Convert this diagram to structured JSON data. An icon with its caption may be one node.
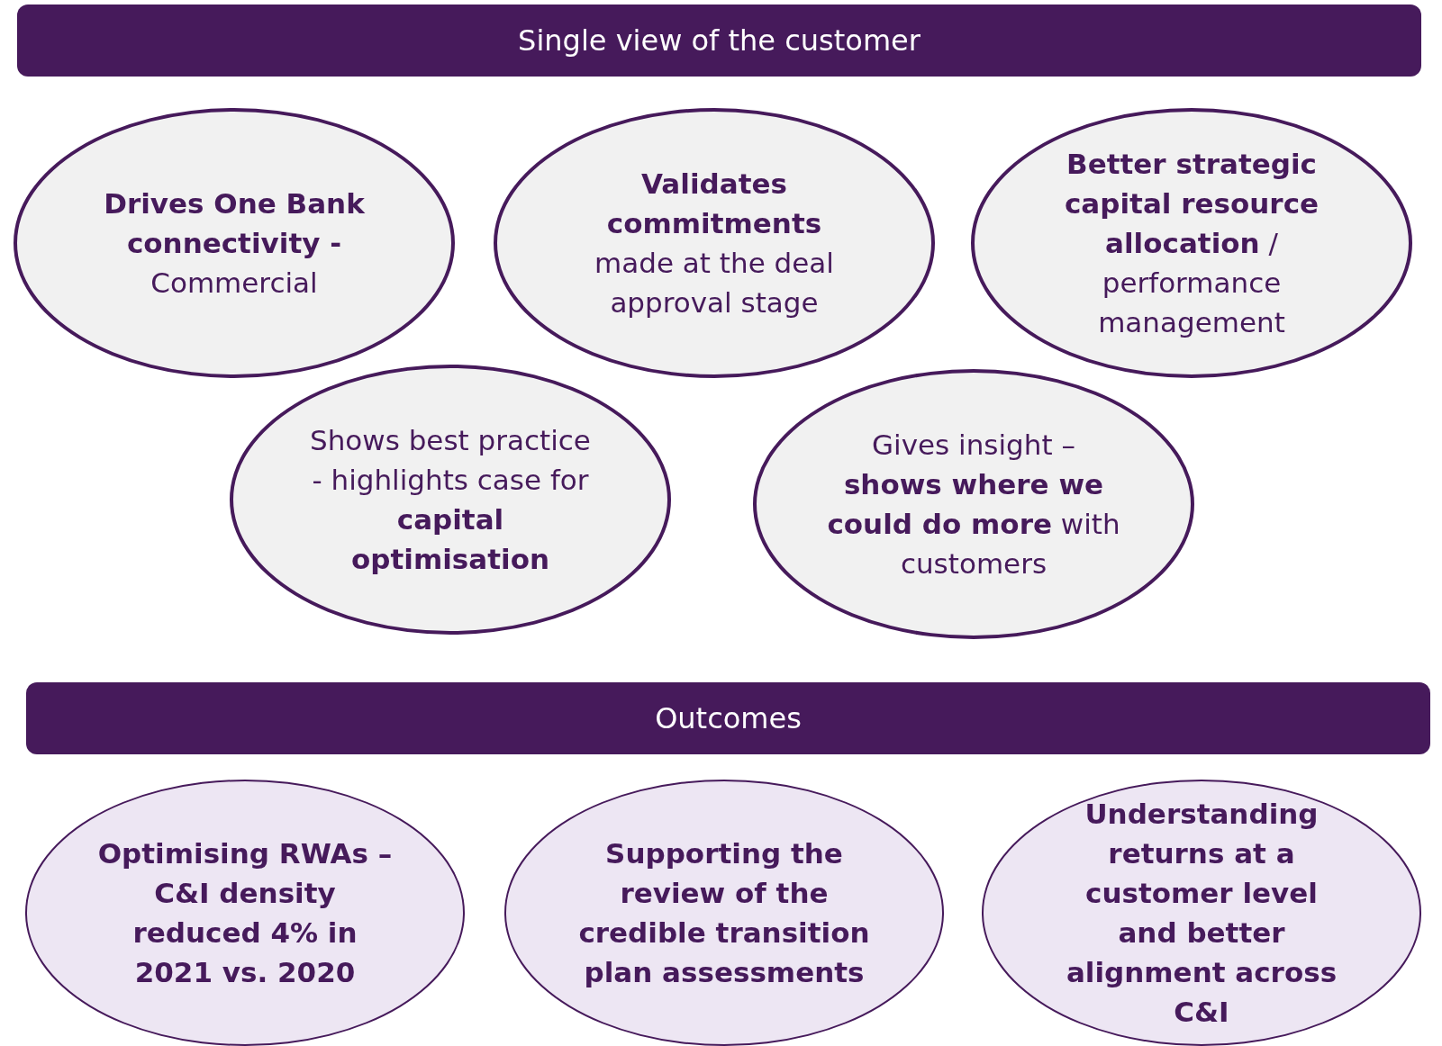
{
  "diagram": {
    "nodes": [
      {
        "text": [
          "Single view of the customer"
        ]
      },
      {
        "text": [
          "**Drives One Bank connectivity -** Commercial"
        ]
      },
      {
        "text": [
          "**Validates commitments** made at the deal approval stage"
        ]
      },
      {
        "text": [
          "**Better strategic capital resource allocation** / performance management"
        ]
      },
      {
        "text": [
          "Shows best practice - highlights case for **capital optimisation**"
        ]
      },
      {
        "text": [
          "Gives insight – **shows where we could do more** with customers"
        ]
      },
      {
        "text": [
          "Outcomes"
        ]
      },
      {
        "text": [
          "Optimising RWAs – C&I density reduced 4% in 2021 vs. 2020"
        ]
      },
      {
        "text": [
          "Supporting the review of the credible transition plan assessments"
        ]
      },
      {
        "text": [
          "Understanding returns at a customer level and better alignment across C&I"
        ]
      }
    ]
  }
}
